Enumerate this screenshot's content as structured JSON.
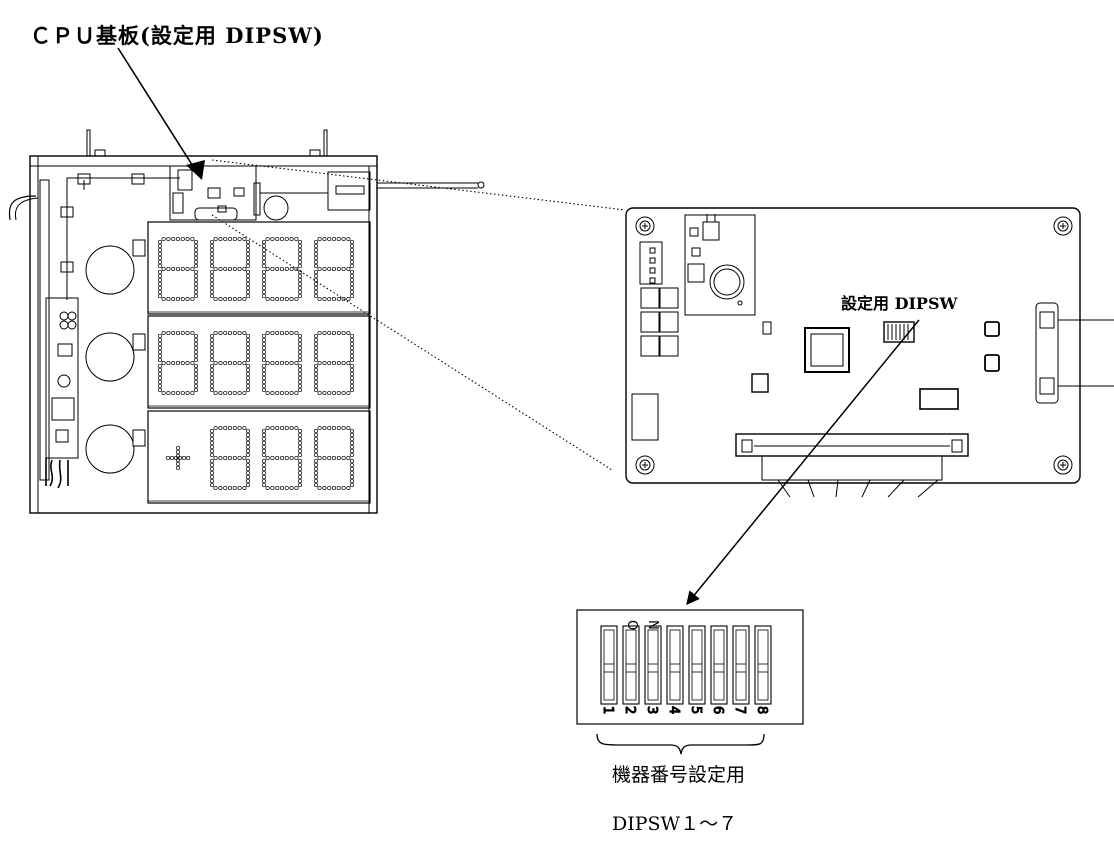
{
  "labels": {
    "title": "ＣＰＵ基板(設定用 DIPSW)",
    "pcb_switch": "設定用 DIPSW",
    "purpose": "機器番号設定用",
    "range": "DIPSW１～７"
  },
  "dipsw": {
    "on_mark": "ON",
    "positions": [
      "1",
      "2",
      "3",
      "4",
      "5",
      "6",
      "7",
      "8"
    ]
  },
  "display_panels": [
    {
      "digits": "8888"
    },
    {
      "digits": "8888"
    },
    {
      "digits": "+888"
    }
  ]
}
